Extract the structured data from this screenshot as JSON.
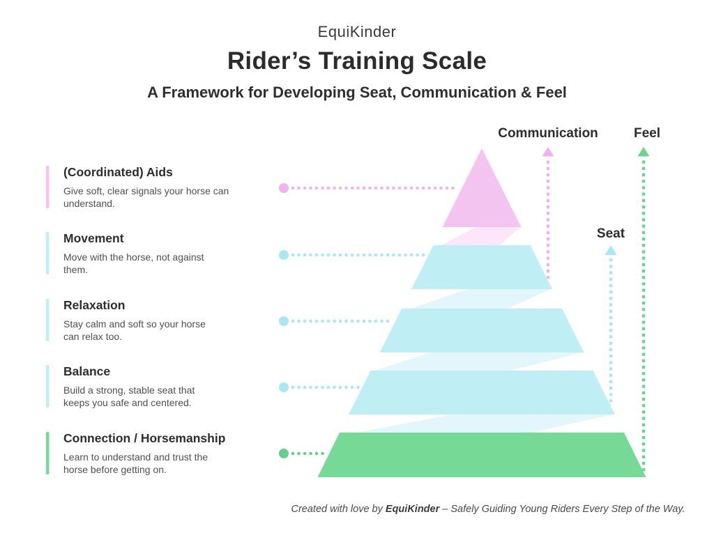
{
  "header": {
    "brand": "EquiKinder",
    "title": "Rider’s Training Scale",
    "subtitle": "A Framework for Developing Seat, Communication & Feel"
  },
  "levels": [
    {
      "name": "(Coordinated) Aids",
      "description": "Give soft, clear signals your horse can\nunderstand.",
      "color": "#f4c4f1",
      "band_color": "#fbe6fa",
      "dot_color": "#f2b2ee"
    },
    {
      "name": "Movement",
      "description": "Move with the horse, not against\nthem.",
      "color": "#c0eef5",
      "band_color": "#e2f6fb",
      "dot_color": "#abe7f2"
    },
    {
      "name": "Relaxation",
      "description": "Stay calm and soft so your horse\ncan relax too.",
      "color": "#c0eef5",
      "band_color": "#e2f6fb",
      "dot_color": "#abe7f2"
    },
    {
      "name": "Balance",
      "description": "Build a strong, stable seat that\nkeeps you safe and centered.",
      "color": "#c0eef5",
      "band_color": "#e2f6fb",
      "dot_color": "#abe7f2"
    },
    {
      "name": "Connection / Horsemanship",
      "description": "Learn to understand and trust the\nhorse before getting on.",
      "color": "#77d996",
      "band_color": "#e2f6fb",
      "dot_color": "#67cf8b"
    }
  ],
  "arrows": [
    {
      "label": "Communication",
      "color": "#f2b2ee"
    },
    {
      "label": "Feel",
      "color": "#6fd290"
    },
    {
      "label": "Seat",
      "color": "#abe7f2"
    }
  ],
  "footer": {
    "prefix": "Created with love by ",
    "brand": "EquiKinder",
    "suffix": " – Safely Guiding Young Riders Every Step of the Way."
  }
}
